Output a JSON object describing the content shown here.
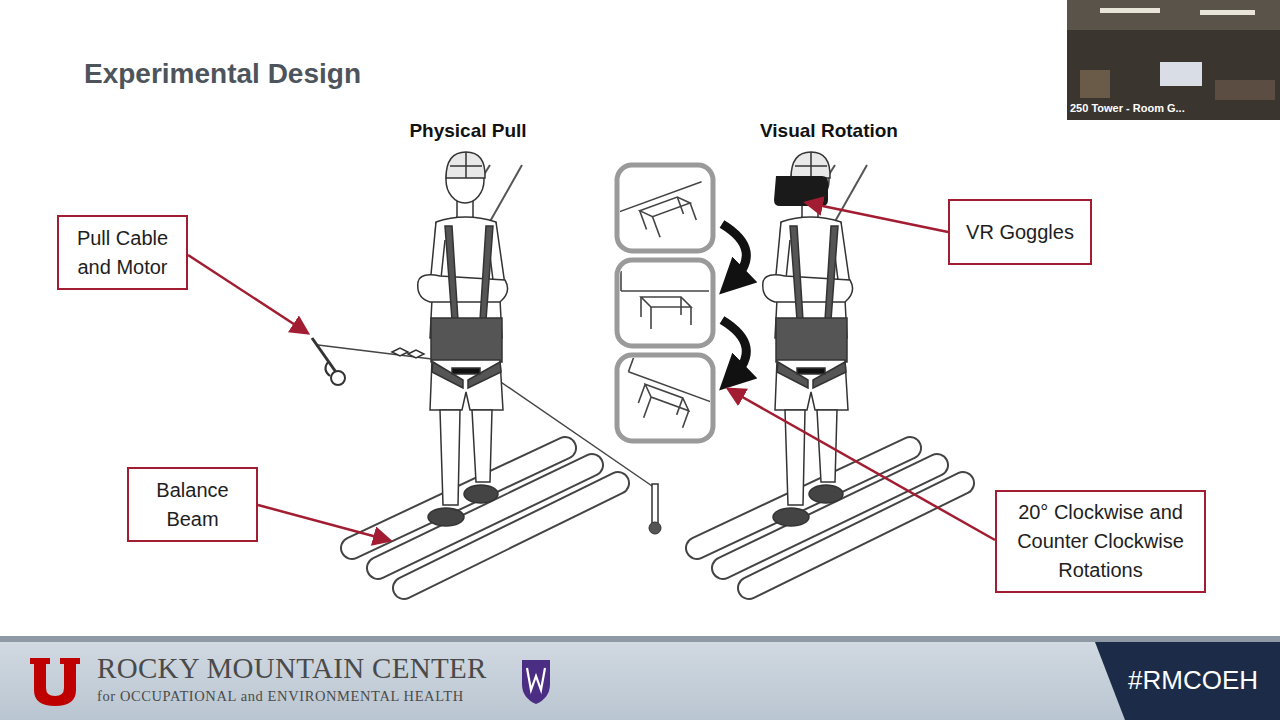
{
  "diagram": {
    "title": "Experimental Design",
    "nodes": [
      {
        "text": [
          "Pull Cable and Motor"
        ]
      },
      {
        "text": [
          "VR Goggles"
        ]
      },
      {
        "text": [
          "Balance Beam"
        ]
      },
      {
        "text": [
          "20° Clockwise and Counter Clockwise Rotations"
        ]
      }
    ],
    "labels": [
      "Physical Pull",
      "Visual Rotation",
      "250 Tower - Room G...",
      "ROCKY MOUNTAIN CENTER",
      "for OCCUPATIONAL and ENVIRONMENTAL HEALTH",
      "#RMCOEH"
    ]
  }
}
